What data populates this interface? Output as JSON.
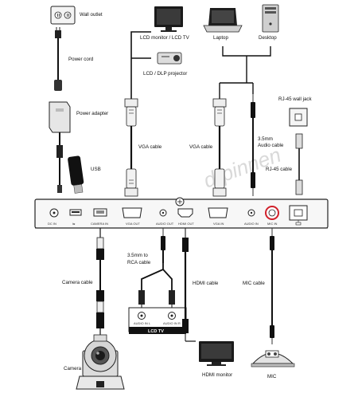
{
  "watermark": "drpinnen",
  "labels": {
    "wall_outlet": "Wall outlet",
    "power_cord": "Power cord",
    "power_adapter": "Power adapter",
    "usb": "USB",
    "lcd_monitor": "LCD monitor / LCD TV",
    "lcd_projector": "LCD / DLP projector",
    "vga_cable_left": "VGA cable",
    "laptop": "Laptop",
    "desktop": "Desktop",
    "vga_cable_right": "VGA cable",
    "audio_cable_line1": "3.5mm",
    "audio_cable_line2": "Audio cable",
    "rj45_wall_jack": "RJ-45 wall jack",
    "rj45_cable": "RJ-45 cable",
    "camera_cable": "Camera cable",
    "rca_cable_line1": "3.5mm to",
    "rca_cable_line2": "RCA cable",
    "hdmi_cable": "HDMI cable",
    "mic_cable": "MIC cable",
    "audio_in_l": "AUDIO IN L",
    "audio_in_r": "AUDIO IN R",
    "lcd_tv": "LCD TV",
    "camera": "Camera",
    "hdmi_monitor": "HDMI monitor",
    "mic": "MIC"
  },
  "ports": {
    "dc_in": "DC IN",
    "camera_in": "CAMERA IN",
    "vga_out": "VGA OUT",
    "audio_out": "AUDIO OUT",
    "hdmi_out": "HDMI OUT",
    "vga_in": "VGA IN",
    "audio_in": "AUDIO IN",
    "mic_in": "MIC IN"
  }
}
